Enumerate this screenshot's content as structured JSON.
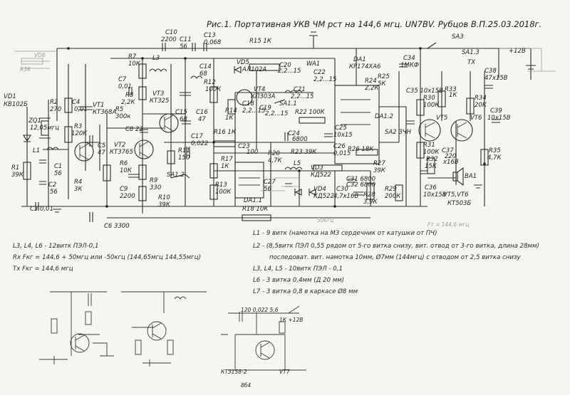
{
  "title": "Рис.1. Портативная УКВ ЧМ рст на 144,6 мгц. UN7BV. Рубцов В.П.25.03.2018г.",
  "components": [
    {
      "id": "VD1",
      "text": "VD1"
    },
    {
      "id": "VD1v",
      "text": "КВ102Б"
    },
    {
      "id": "ZQ1",
      "text": "ZQ1"
    },
    {
      "id": "ZQ1v",
      "text": "12,05мгц"
    },
    {
      "id": "R1",
      "text": "R1"
    },
    {
      "id": "R1v",
      "text": "39К"
    },
    {
      "id": "R2",
      "text": "R2"
    },
    {
      "id": "R2v",
      "text": "270"
    },
    {
      "id": "R3",
      "text": "R3"
    },
    {
      "id": "R3v",
      "text": "120К"
    },
    {
      "id": "C1",
      "text": "C1"
    },
    {
      "id": "C1v",
      "text": "56"
    },
    {
      "id": "C2",
      "text": "C2"
    },
    {
      "id": "C2v",
      "text": "56"
    },
    {
      "id": "C3",
      "text": "C3 0,01"
    },
    {
      "id": "C4",
      "text": "C4"
    },
    {
      "id": "C4v",
      "text": "0,01"
    },
    {
      "id": "VT1",
      "text": "VT1"
    },
    {
      "id": "VT1v",
      "text": "КТ368А"
    },
    {
      "id": "R4",
      "text": "R4"
    },
    {
      "id": "R4v",
      "text": "3К"
    },
    {
      "id": "L1",
      "text": "L1"
    },
    {
      "id": "C5",
      "text": "C5"
    },
    {
      "id": "C5v",
      "text": "47"
    },
    {
      "id": "R7",
      "text": "R7"
    },
    {
      "id": "R7v",
      "text": "10К"
    },
    {
      "id": "R8",
      "text": "R8"
    },
    {
      "id": "R8v",
      "text": "2,2К"
    },
    {
      "id": "C7",
      "text": "C7"
    },
    {
      "id": "C7v",
      "text": "0,01"
    },
    {
      "id": "L3",
      "text": "L3"
    },
    {
      "id": "C10",
      "text": "C10"
    },
    {
      "id": "C10v",
      "text": "2200"
    },
    {
      "id": "C11",
      "text": "C11"
    },
    {
      "id": "C11v",
      "text": "56"
    },
    {
      "id": "C13",
      "text": "C13"
    },
    {
      "id": "C13v",
      "text": "0,068"
    },
    {
      "id": "R15",
      "text": "R15 1К"
    },
    {
      "id": "C14",
      "text": "C14"
    },
    {
      "id": "C14v",
      "text": "68"
    },
    {
      "id": "R5",
      "text": "R5"
    },
    {
      "id": "R5v",
      "text": "300к"
    },
    {
      "id": "VT3",
      "text": "VT3"
    },
    {
      "id": "VT3v",
      "text": "КТ325"
    },
    {
      "id": "C15",
      "text": "C15"
    },
    {
      "id": "C15v",
      "text": "68"
    },
    {
      "id": "C16",
      "text": "C16"
    },
    {
      "id": "C16v",
      "text": "47"
    },
    {
      "id": "C8",
      "text": "C8 22"
    },
    {
      "id": "VT2",
      "text": "VT2"
    },
    {
      "id": "VT2v",
      "text": "КТ3765"
    },
    {
      "id": "R6",
      "text": "R6"
    },
    {
      "id": "R6v",
      "text": "10К"
    },
    {
      "id": "C9",
      "text": "C9"
    },
    {
      "id": "C9v",
      "text": "2200"
    },
    {
      "id": "R9",
      "text": "R9"
    },
    {
      "id": "R9v",
      "text": "330"
    },
    {
      "id": "R10",
      "text": "R10"
    },
    {
      "id": "R10v",
      "text": "39К"
    },
    {
      "id": "SA12",
      "text": "SA1.2"
    },
    {
      "id": "R11",
      "text": "R11"
    },
    {
      "id": "R11v",
      "text": "150"
    },
    {
      "id": "C17",
      "text": "C17"
    },
    {
      "id": "C17v",
      "text": "0,022"
    },
    {
      "id": "C6",
      "text": "C6 3300"
    },
    {
      "id": "R12",
      "text": "R12"
    },
    {
      "id": "R12v",
      "text": "100К"
    },
    {
      "id": "R14",
      "text": "R14"
    },
    {
      "id": "R14v",
      "text": "1К"
    },
    {
      "id": "VD5",
      "text": "VD5"
    },
    {
      "id": "VD5v",
      "text": "АЛ102А"
    },
    {
      "id": "VT4",
      "text": "VT4"
    },
    {
      "id": "VT4v",
      "text": "КП303А"
    },
    {
      "id": "C18",
      "text": "C18"
    },
    {
      "id": "C18v",
      "text": "2,2...15"
    },
    {
      "id": "C19",
      "text": "C19"
    },
    {
      "id": "C19v",
      "text": "2,2...15"
    },
    {
      "id": "C20",
      "text": "C20"
    },
    {
      "id": "C20v",
      "text": "2,2...15"
    },
    {
      "id": "WA1",
      "text": "WA1"
    },
    {
      "id": "C21",
      "text": "C21"
    },
    {
      "id": "C21v",
      "text": "2,2...15"
    },
    {
      "id": "C22",
      "text": "C22"
    },
    {
      "id": "C22v",
      "text": "2,2...15"
    },
    {
      "id": "SA11",
      "text": "SA1.1"
    },
    {
      "id": "R16",
      "text": "R16 1К"
    },
    {
      "id": "C23",
      "text": "C23"
    },
    {
      "id": "C23v",
      "text": "100"
    },
    {
      "id": "R17",
      "text": "R17"
    },
    {
      "id": "R17v",
      "text": "1К"
    },
    {
      "id": "R13",
      "text": "R13"
    },
    {
      "id": "R13v",
      "text": "100К"
    },
    {
      "id": "DA11",
      "text": "DA1.1"
    },
    {
      "id": "R20",
      "text": "R20"
    },
    {
      "id": "R20v",
      "text": "4,7К"
    },
    {
      "id": "C27",
      "text": "C27"
    },
    {
      "id": "C27v",
      "text": "56"
    },
    {
      "id": "C24",
      "text": "C24"
    },
    {
      "id": "C24v",
      "text": "6800"
    },
    {
      "id": "R22",
      "text": "R22 100К"
    },
    {
      "id": "C25",
      "text": "C25"
    },
    {
      "id": "C25v",
      "text": "10х15"
    },
    {
      "id": "C26",
      "text": "C26"
    },
    {
      "id": "C26v",
      "text": "0,015"
    },
    {
      "id": "R26",
      "text": "R26 18К"
    },
    {
      "id": "R23",
      "text": "R23 39К"
    },
    {
      "id": "L5",
      "text": "L5"
    },
    {
      "id": "VD3",
      "text": "VD3"
    },
    {
      "id": "VD3v",
      "text": "КД522"
    },
    {
      "id": "VD4",
      "text": "VD4"
    },
    {
      "id": "VD4v",
      "text": "КД522"
    },
    {
      "id": "C30",
      "text": "C30"
    },
    {
      "id": "C30v",
      "text": "4,7х16В"
    },
    {
      "id": "C31",
      "text": "C31 6800"
    },
    {
      "id": "C32",
      "text": "C32 6800"
    },
    {
      "id": "R27",
      "text": "R27"
    },
    {
      "id": "R27v",
      "text": "39К"
    },
    {
      "id": "R28",
      "text": "R28"
    },
    {
      "id": "R28v",
      "text": "3,9К"
    },
    {
      "id": "R29",
      "text": "R29"
    },
    {
      "id": "R29v",
      "text": "200К"
    },
    {
      "id": "R18",
      "text": "R18 10К"
    },
    {
      "id": "DA1",
      "text": "DA1"
    },
    {
      "id": "DA1v",
      "text": "КР174ХА6"
    },
    {
      "id": "DA12",
      "text": "DA1.2"
    },
    {
      "id": "SA2",
      "text": "SA2 ЗЧН"
    },
    {
      "id": "C34",
      "text": "C34"
    },
    {
      "id": "C34v",
      "text": "1МКФ"
    },
    {
      "id": "R24",
      "text": "R24"
    },
    {
      "id": "R24v",
      "text": "2,2К"
    },
    {
      "id": "R25",
      "text": "R25"
    },
    {
      "id": "R25v",
      "text": "5К"
    },
    {
      "id": "C35",
      "text": "C35 10х15В"
    },
    {
      "id": "R30",
      "text": "R30"
    },
    {
      "id": "R30v",
      "text": "100К"
    },
    {
      "id": "R31",
      "text": "R31"
    },
    {
      "id": "R31v",
      "text": "100К"
    },
    {
      "id": "R32",
      "text": "R32"
    },
    {
      "id": "R32v",
      "text": "15К"
    },
    {
      "id": "C37",
      "text": "C37"
    },
    {
      "id": "C37v",
      "text": "220"
    },
    {
      "id": "C37x",
      "text": "х16В"
    },
    {
      "id": "C36",
      "text": "C36"
    },
    {
      "id": "C36v",
      "text": "10х15В"
    },
    {
      "id": "R33",
      "text": "R33"
    },
    {
      "id": "R33v",
      "text": "1К"
    },
    {
      "id": "R34",
      "text": "R34"
    },
    {
      "id": "R34v",
      "text": "20К"
    },
    {
      "id": "R35",
      "text": "R35"
    },
    {
      "id": "R35v",
      "text": "4,7К"
    },
    {
      "id": "C38",
      "text": "C38"
    },
    {
      "id": "C38v",
      "text": "47х15В"
    },
    {
      "id": "C39",
      "text": "C39"
    },
    {
      "id": "C39v",
      "text": "10х15В"
    },
    {
      "id": "VT5",
      "text": "VT5"
    },
    {
      "id": "VT6",
      "text": "VT6"
    },
    {
      "id": "BA1",
      "text": "BA1"
    },
    {
      "id": "VT56",
      "text": "VT5,VT6"
    },
    {
      "id": "VT56v",
      "text": "КТ503Б"
    },
    {
      "id": "SA3",
      "text": "SA3"
    },
    {
      "id": "SA13",
      "text": "SA1.3"
    },
    {
      "id": "TX",
      "text": "TX"
    },
    {
      "id": "P12V",
      "text": "+12В"
    },
    {
      "id": "VD6",
      "text": "VD6"
    },
    {
      "id": "R36",
      "text": "R36"
    }
  ],
  "notes": {
    "left": [
      "L3, L4, L6 - 12витк ПЭЛ-0,1",
      "Rх Fкг = 144,6 + 50мгц или -50кгц (144,65мгц 144,55мгц)",
      "Tх Fкг = 144,6 мгц"
    ],
    "right": [
      "L1 - 9 витк (намотка на М3 сердечник от катушки от ПЧ)",
      "L2 - (8,5витк ПЭЛ 0,55 рядом от 5-го витка снизу, вит. отвод от 3-го витка, длина 28мм)",
      "последоват. вит. намотка 10мм, Ø7мм (144мгц) с отводом от 2,5 витка снизу",
      "L3, L4, L5 - 10витк ПЭЛ - 0,1",
      "L6 - 3 витка 0,4мм (Д 20 мм)",
      "L7 - 3 витка 0,8 в каркасе Ø8 мм"
    ]
  },
  "side": {
    "freq": "50кгц",
    "c": "Fт = 144,6 мгц",
    "top1": "120 0,022 5,6",
    "top2": "1К  +12В",
    "bot1": "КТ3158-2",
    "bot2": "VТ7",
    "bot3": "8б4"
  }
}
